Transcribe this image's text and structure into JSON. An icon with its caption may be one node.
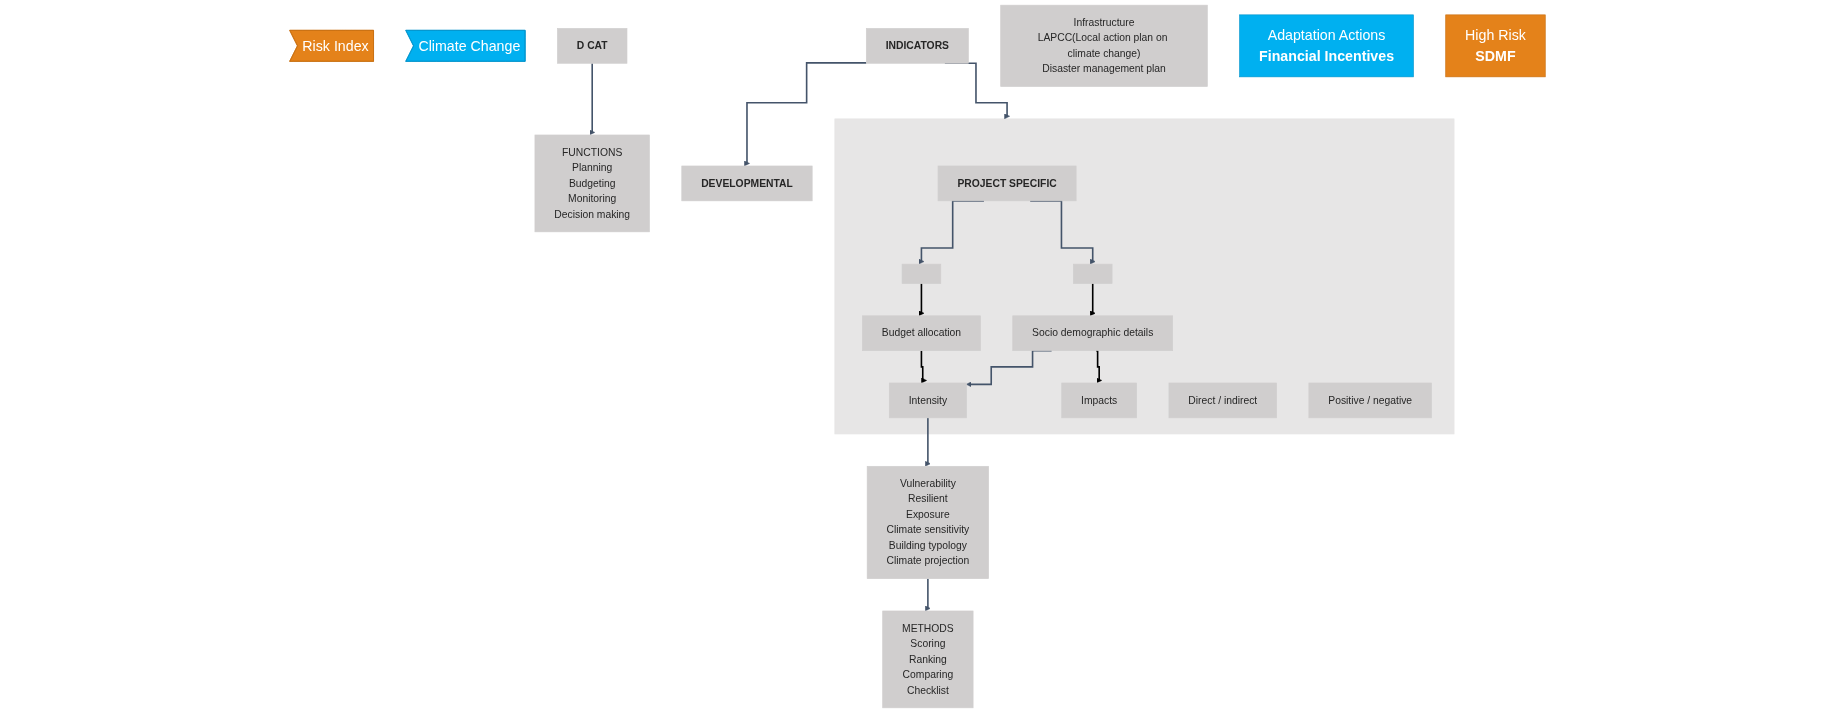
{
  "diagram": {
    "nodes": [
      {
        "text": [
          "Risk Index"
        ]
      },
      {
        "text": [
          "Climate Change"
        ]
      },
      {
        "text": [
          "FUNCTIONS",
          "Planning",
          "Budgeting",
          "Monitoring",
          "Decision making"
        ]
      },
      {
        "text": [
          "D CAT"
        ]
      },
      {
        "text": [
          "INDICATORS"
        ]
      },
      {
        "text": [
          "DEVELOPMENTAL"
        ]
      },
      {
        "text": [
          "Infrastructure",
          "LAPCC(Local action plan on climate change)",
          "Disaster management plan"
        ]
      },
      {
        "text": [],
        "shape": "box"
      },
      {
        "text": [
          "PROJECT SPECIFIC"
        ],
        "in": 7
      },
      {
        "text": [],
        "shape": "box",
        "in": 7
      },
      {
        "text": [],
        "shape": "box",
        "in": 7
      },
      {
        "text": [
          "Budget allocation"
        ],
        "in": 7
      },
      {
        "text": [
          "Socio demographic details"
        ],
        "in": 7
      },
      {
        "text": [
          "Intensity"
        ],
        "in": 7
      },
      {
        "text": [
          "Impacts"
        ],
        "in": 7
      },
      {
        "text": [
          "Direct / indirect"
        ],
        "in": 7
      },
      {
        "text": [
          "Positive / negative"
        ],
        "in": 7
      },
      {
        "text": [
          "Vulnerability",
          "Resilient",
          "Exposure",
          "Climate sensitivity",
          "Building typology",
          "Climate projection"
        ]
      },
      {
        "text": [
          "METHODS",
          "Scoring",
          "Ranking",
          "Comparing",
          "Checklist"
        ]
      },
      {
        "text": [
          "Adaptation Actions",
          "Financial Incentives"
        ]
      },
      {
        "text": [
          "High Risk",
          "SDMF"
        ]
      }
    ],
    "edges": [
      {
        "from": 3,
        "to": 2,
        "arrow": "to"
      },
      {
        "from": 4,
        "to": 5,
        "arrow": "to"
      },
      {
        "from": 4,
        "to": 7,
        "arrow": "to"
      },
      {
        "from": 8,
        "to": 9,
        "arrow": "to"
      },
      {
        "from": 8,
        "to": 10,
        "arrow": "to"
      },
      {
        "from": 9,
        "to": 11,
        "arrow": "to",
        "color": "#000000"
      },
      {
        "from": 10,
        "to": 12,
        "arrow": "to",
        "color": "#000000"
      },
      {
        "from": 11,
        "to": 13,
        "arrow": "to",
        "color": "#000000"
      },
      {
        "from": 12,
        "to": 13,
        "arrow": "to"
      },
      {
        "from": 12,
        "to": 14,
        "arrow": "to",
        "color": "#000000"
      },
      {
        "from": 13,
        "to": 17,
        "arrow": "to"
      },
      {
        "from": 17,
        "to": 18,
        "arrow": "to"
      }
    ]
  }
}
